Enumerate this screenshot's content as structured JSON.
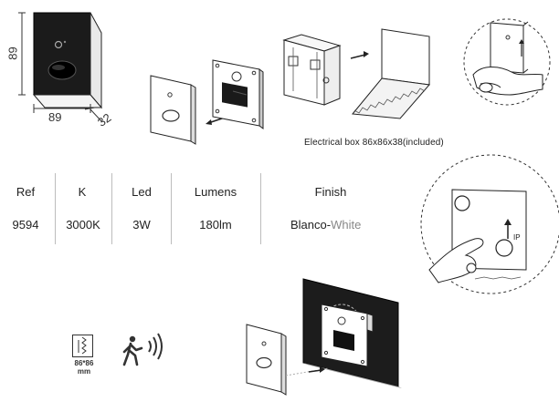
{
  "dimensions": {
    "height": "89",
    "width": "89",
    "depth": "32"
  },
  "electrical_box_caption": "Electrical box 86x86x38(included)",
  "spec_table": {
    "headers": [
      "Ref",
      "K",
      "Led",
      "Lumens",
      "Finish"
    ],
    "values": [
      "9594",
      "3000K",
      "3W",
      "180lm",
      "Blanco-"
    ],
    "finish_secondary": "White"
  },
  "box_icon_label_line1": "86*86",
  "box_icon_label_line2": "mm",
  "icons": [
    "wall-box-icon",
    "motion-sensor-person-icon"
  ],
  "colors": {
    "panel": "#1a1a1a",
    "line": "#333333",
    "separator": "#bdbdbd"
  }
}
